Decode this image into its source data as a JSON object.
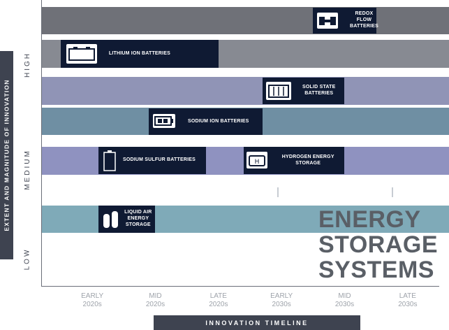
{
  "chart_data": {
    "type": "timeline",
    "title": "ENERGY STORAGE SYSTEMS",
    "xlabel": "INNOVATION TIMELINE",
    "ylabel": "EXTENT AND MAGNITUDE OF INNOVATION",
    "x_ticks": [
      "EARLY 2020s",
      "MID 2020s",
      "LATE 2020s",
      "EARLY 2030s",
      "MID 2030s",
      "LATE 2030s"
    ],
    "x_range": [
      0,
      6
    ],
    "y_levels": [
      "HIGH",
      "MEDIUM",
      "LOW"
    ],
    "technologies": [
      {
        "name": "REDOX FLOW BATTERIES",
        "icon": "redox-flow-icon",
        "start": 4.0,
        "end": 5.0
      },
      {
        "name": "LITHIUM ION BATTERIES",
        "icon": "lithium-ion-icon",
        "start": 0.0,
        "end": 2.5
      },
      {
        "name": "SOLID STATE BATTERIES",
        "icon": "solid-state-icon",
        "start": 3.2,
        "end": 4.5
      },
      {
        "name": "SODIUM ION BATTERIES",
        "icon": "sodium-ion-icon",
        "start": 1.4,
        "end": 3.2
      },
      {
        "name": "SODIUM SULFUR BATTERIES",
        "icon": "sodium-sulfur-icon",
        "start": 0.6,
        "end": 2.3
      },
      {
        "name": "HYDROGEN ENERGY STORAGE",
        "icon": "hydrogen-icon",
        "start": 2.9,
        "end": 4.5
      },
      {
        "name": "LIQUID AIR ENERGY STORAGE",
        "icon": "liquid-air-icon",
        "start": 0.6,
        "end": 1.5
      }
    ]
  },
  "colors": {
    "band_high_1": "#6f7178",
    "band_high_2": "#878a92",
    "band_mid_1": "#9094b6",
    "band_mid_2": "#6f8fa3",
    "band_mid_3": "#8f92c0",
    "band_low": "#7faab8",
    "bar": "#0f1a33",
    "dark_label": "#3e4350",
    "title": "#5a5f66"
  }
}
